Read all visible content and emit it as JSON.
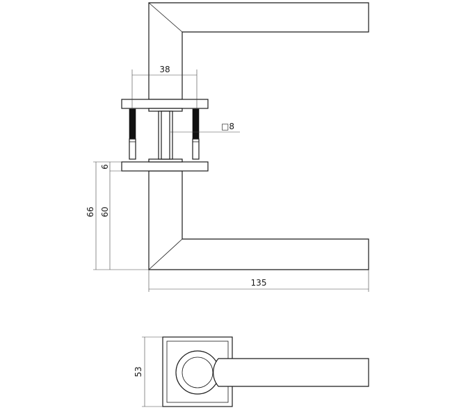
{
  "dimensions": {
    "rose_spacing": "38",
    "spindle": "□8",
    "rose_thickness": "6",
    "height_total": "66",
    "height_lever": "60",
    "lever_length": "135",
    "rose_size": "53"
  },
  "colors": {
    "line": "#1a1a1a",
    "dimension": "#444444",
    "screw": "#111111",
    "background": "#ffffff"
  }
}
